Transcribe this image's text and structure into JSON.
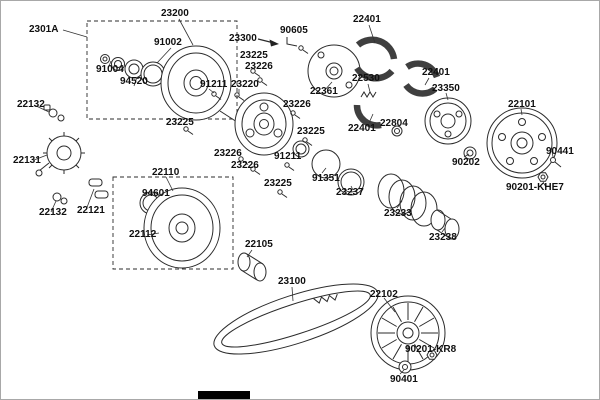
{
  "figure": {
    "type": "exploded-parts-diagram",
    "subject": "CVT drive pulley, clutch and belt assembly parts diagram",
    "background": "#ffffff",
    "ink": "#2b2b2b"
  },
  "labels": [
    {
      "text": "2301A"
    },
    {
      "text": "23200"
    },
    {
      "text": "91002"
    },
    {
      "text": "91004"
    },
    {
      "text": "94520"
    },
    {
      "text": "23300"
    },
    {
      "text": "90605"
    },
    {
      "text": "22401"
    },
    {
      "text": "23225"
    },
    {
      "text": "23226"
    },
    {
      "text": "91211"
    },
    {
      "text": "23220"
    },
    {
      "text": "23225"
    },
    {
      "text": "23226"
    },
    {
      "text": "23225"
    },
    {
      "text": "23226"
    },
    {
      "text": "23226"
    },
    {
      "text": "91211"
    },
    {
      "text": "23225"
    },
    {
      "text": "91351"
    },
    {
      "text": "23237"
    },
    {
      "text": "23233"
    },
    {
      "text": "23238"
    },
    {
      "text": "22530"
    },
    {
      "text": "22361"
    },
    {
      "text": "22401"
    },
    {
      "text": "22401"
    },
    {
      "text": "22804"
    },
    {
      "text": "23350"
    },
    {
      "text": "90202"
    },
    {
      "text": "22101"
    },
    {
      "text": "90441"
    },
    {
      "text": "90201-KHE7"
    },
    {
      "text": "22132"
    },
    {
      "text": "22131"
    },
    {
      "text": "22132"
    },
    {
      "text": "22121"
    },
    {
      "text": "22110"
    },
    {
      "text": "94601"
    },
    {
      "text": "22112"
    },
    {
      "text": "22105"
    },
    {
      "text": "23100"
    },
    {
      "text": "22102"
    },
    {
      "text": "90201-KR8"
    },
    {
      "text": "90401"
    }
  ]
}
